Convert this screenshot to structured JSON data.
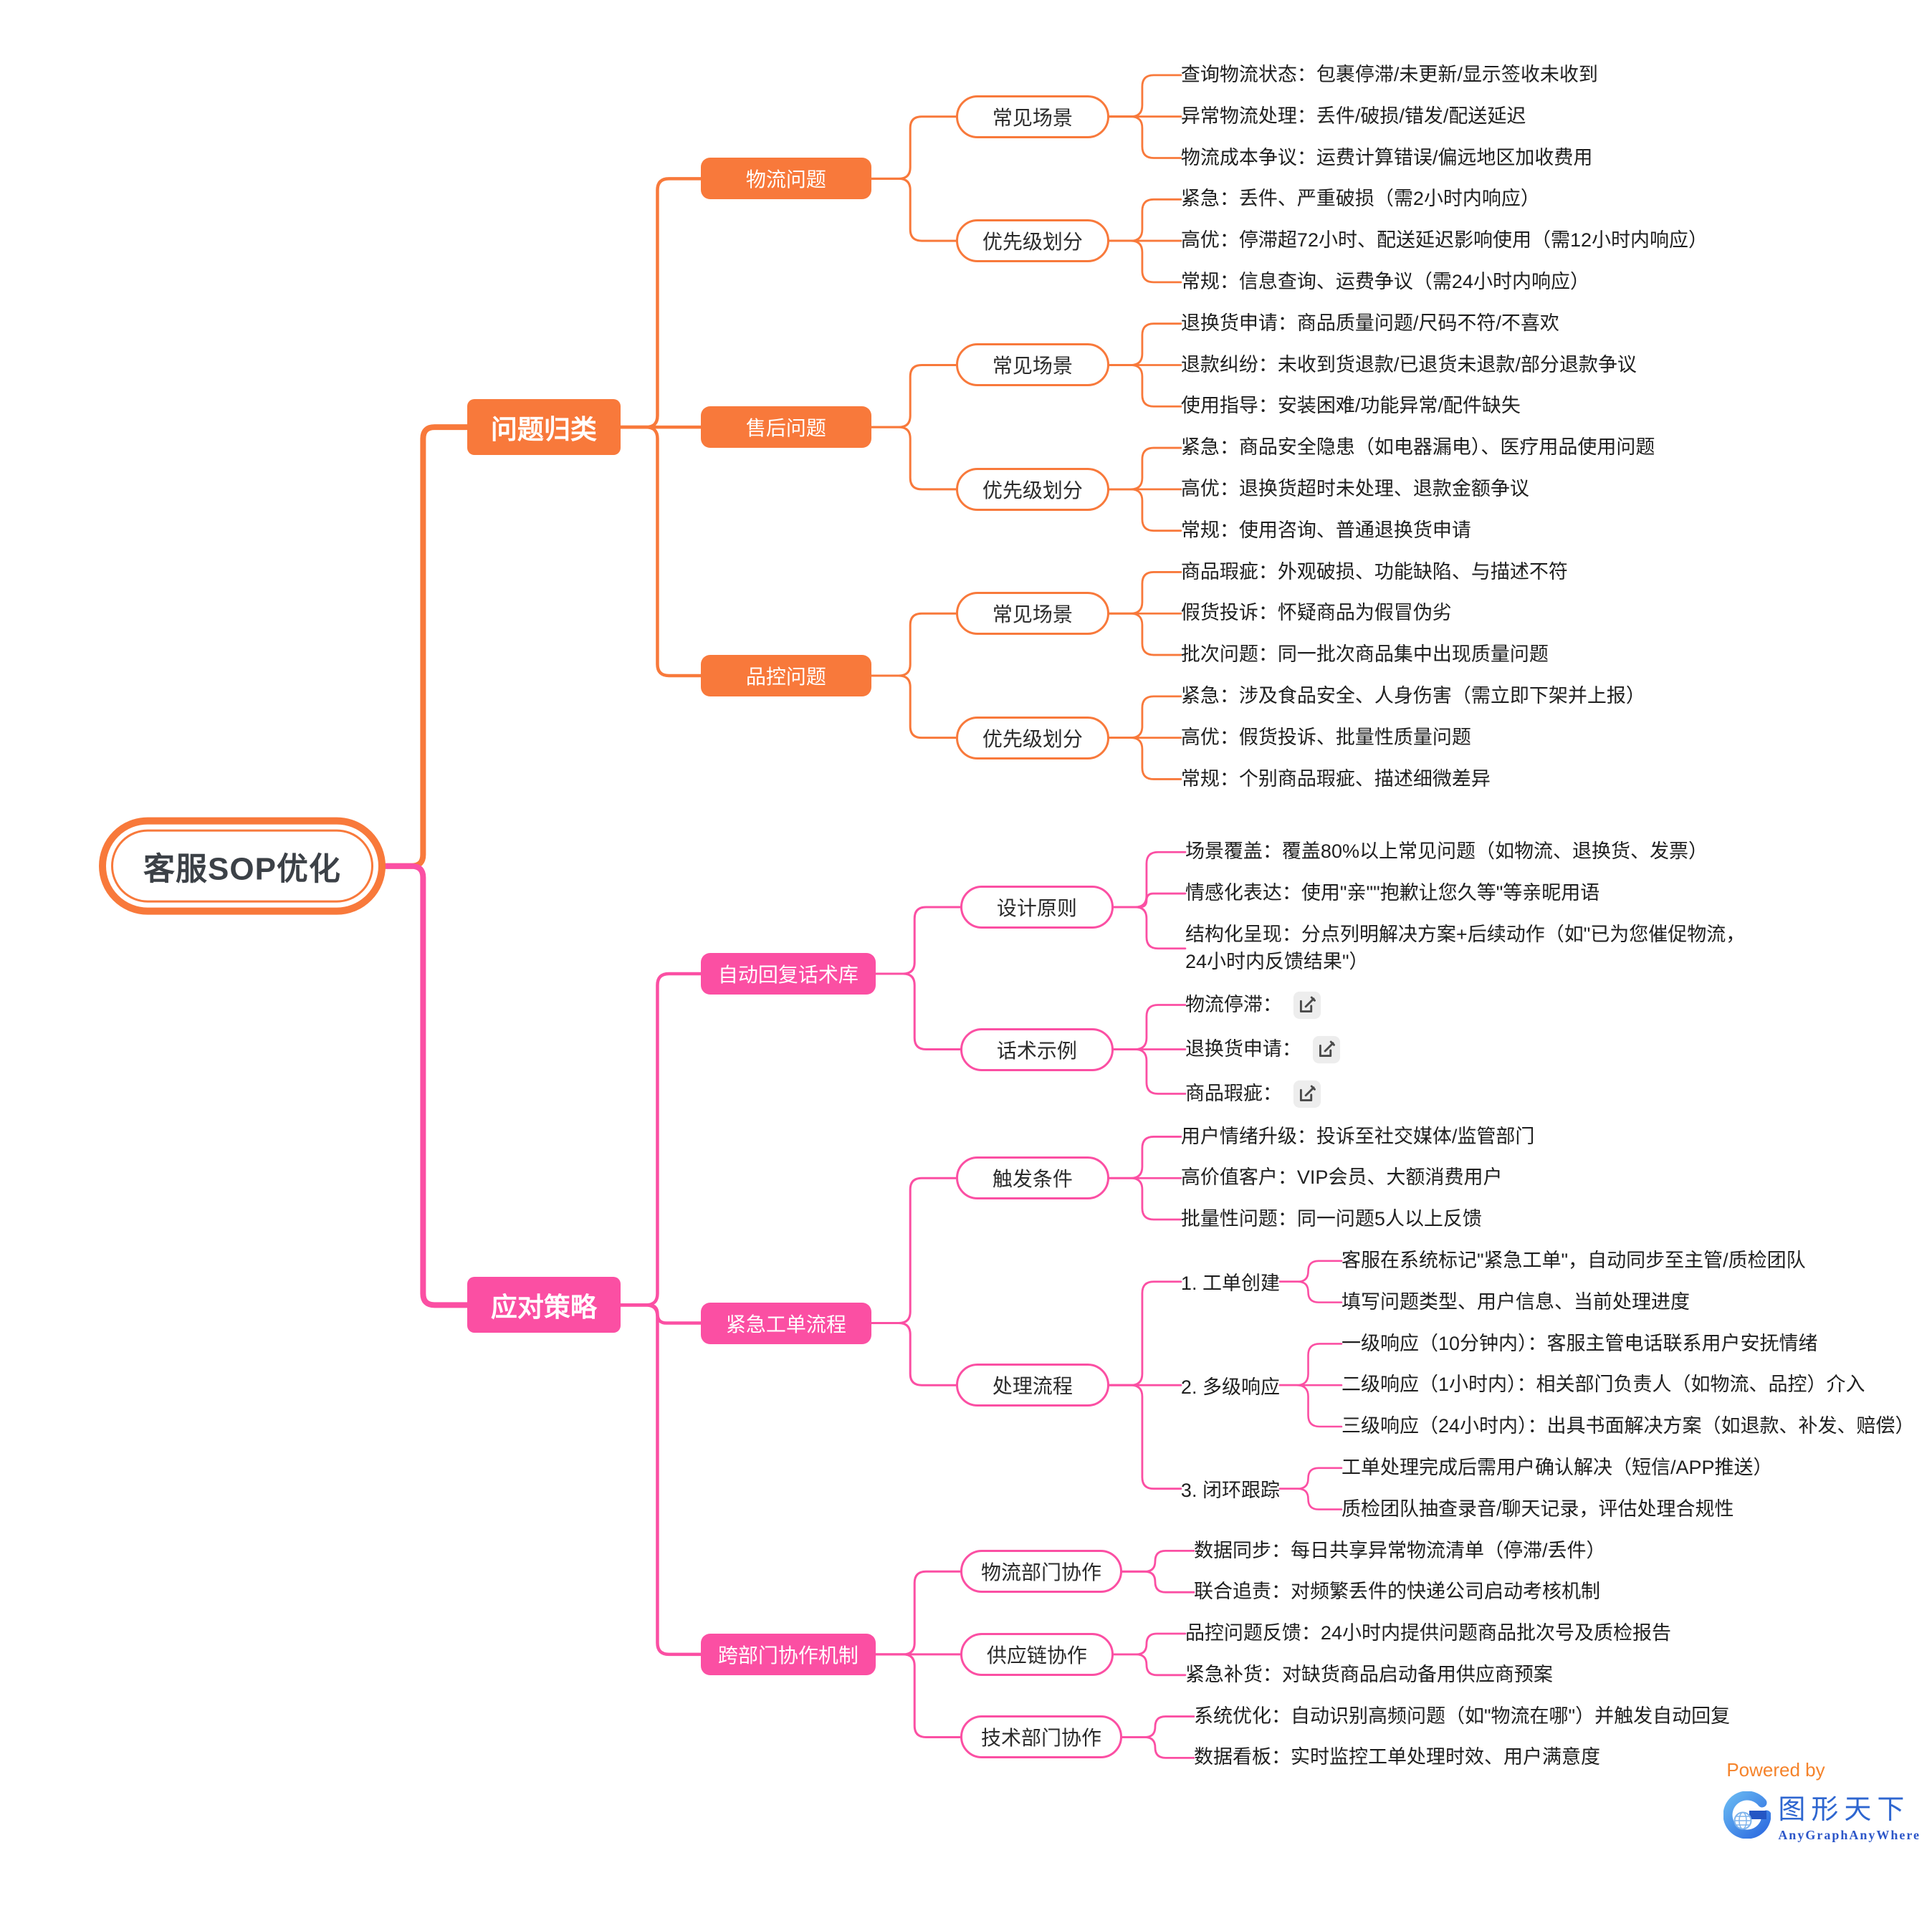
{
  "root": {
    "label": "客服SOP优化"
  },
  "colors": {
    "orange": "#F8793B",
    "pink": "#FB4FA3",
    "leaf_text": "#1F1F1F",
    "root_text": "#3C4147"
  },
  "branches": [
    {
      "label": "问题归类",
      "color": "#F8793B",
      "type": "main",
      "children": [
        {
          "label": "物流问题",
          "type": "sub",
          "children": [
            {
              "label": "常见场景",
              "type": "outline",
              "leaves": [
                "查询物流状态：包裹停滞/未更新/显示签收未收到",
                "异常物流处理：丢件/破损/错发/配送延迟",
                "物流成本争议：运费计算错误/偏远地区加收费用"
              ]
            },
            {
              "label": "优先级划分",
              "type": "outline",
              "leaves": [
                "紧急：丢件、严重破损（需2小时内响应）",
                "高优：停滞超72小时、配送延迟影响使用（需12小时内响应）",
                "常规：信息查询、运费争议（需24小时内响应）"
              ]
            }
          ]
        },
        {
          "label": "售后问题",
          "type": "sub",
          "children": [
            {
              "label": "常见场景",
              "type": "outline",
              "leaves": [
                "退换货申请：商品质量问题/尺码不符/不喜欢",
                "退款纠纷：未收到货退款/已退货未退款/部分退款争议",
                "使用指导：安装困难/功能异常/配件缺失"
              ]
            },
            {
              "label": "优先级划分",
              "type": "outline",
              "leaves": [
                "紧急：商品安全隐患（如电器漏电）、医疗用品使用问题",
                "高优：退换货超时未处理、退款金额争议",
                "常规：使用咨询、普通退换货申请"
              ]
            }
          ]
        },
        {
          "label": "品控问题",
          "type": "sub",
          "children": [
            {
              "label": "常见场景",
              "type": "outline",
              "leaves": [
                "商品瑕疵：外观破损、功能缺陷、与描述不符",
                "假货投诉：怀疑商品为假冒伪劣",
                "批次问题：同一批次商品集中出现质量问题"
              ]
            },
            {
              "label": "优先级划分",
              "type": "outline",
              "leaves": [
                "紧急：涉及食品安全、人身伤害（需立即下架并上报）",
                "高优：假货投诉、批量性质量问题",
                "常规：个别商品瑕疵、描述细微差异"
              ]
            }
          ]
        }
      ]
    },
    {
      "label": "应对策略",
      "color": "#FB4FA3",
      "type": "main",
      "children": [
        {
          "label": "自动回复话术库",
          "type": "sub",
          "children": [
            {
              "label": "设计原则",
              "type": "outline",
              "leaves": [
                "场景覆盖：覆盖80%以上常见问题（如物流、退换货、发票）",
                "情感化表达：使用\"亲\"\"抱歉让您久等\"等亲昵用语",
                "结构化呈现：分点列明解决方案+后续动作（如\"已为您催促物流，24小时内反馈结果\"）"
              ]
            },
            {
              "label": "话术示例",
              "type": "outline",
              "leaves": [
                {
                  "label": "物流停滞：",
                  "icon": "edit"
                },
                {
                  "label": "退换货申请：",
                  "icon": "edit"
                },
                {
                  "label": "商品瑕疵：",
                  "icon": "edit"
                }
              ]
            }
          ]
        },
        {
          "label": "紧急工单流程",
          "type": "sub",
          "children": [
            {
              "label": "触发条件",
              "type": "outline",
              "leaves": [
                "用户情绪升级：投诉至社交媒体/监管部门",
                "高价值客户：VIP会员、大额消费用户",
                "批量性问题：同一问题5人以上反馈"
              ]
            },
            {
              "label": "处理流程",
              "type": "outline",
              "children": [
                {
                  "label": "1. 工单创建",
                  "type": "plain",
                  "leaves": [
                    "客服在系统标记\"紧急工单\"，自动同步至主管/质检团队",
                    "填写问题类型、用户信息、当前处理进度"
                  ]
                },
                {
                  "label": "2. 多级响应",
                  "type": "plain",
                  "leaves": [
                    "一级响应（10分钟内）：客服主管电话联系用户安抚情绪",
                    "二级响应（1小时内）：相关部门负责人（如物流、品控）介入",
                    "三级响应（24小时内）：出具书面解决方案（如退款、补发、赔偿）"
                  ]
                },
                {
                  "label": "3. 闭环跟踪",
                  "type": "plain",
                  "leaves": [
                    "工单处理完成后需用户确认解决（短信/APP推送）",
                    "质检团队抽查录音/聊天记录，评估处理合规性"
                  ]
                }
              ]
            }
          ]
        },
        {
          "label": "跨部门协作机制",
          "type": "sub",
          "children": [
            {
              "label": "物流部门协作",
              "type": "outline",
              "leaves": [
                "数据同步：每日共享异常物流清单（停滞/丢件）",
                "联合追责：对频繁丢件的快递公司启动考核机制"
              ]
            },
            {
              "label": "供应链协作",
              "type": "outline",
              "leaves": [
                "品控问题反馈：24小时内提供问题商品批次号及质检报告",
                "紧急补货：对缺货商品启动备用供应商预案"
              ]
            },
            {
              "label": "技术部门协作",
              "type": "outline",
              "leaves": [
                "系统优化：自动识别高频问题（如\"物流在哪\"）并触发自动回复",
                "数据看板：实时监控工单处理时效、用户满意度"
              ]
            }
          ]
        }
      ]
    }
  ],
  "logo": {
    "powered_by": "Powered by",
    "brand": "图形天下",
    "tagline": "AnyGraphAnyWhere"
  }
}
